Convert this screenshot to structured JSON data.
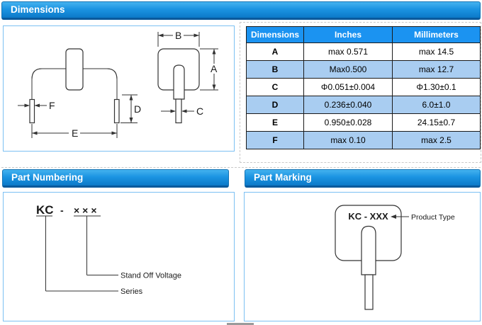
{
  "header": {
    "dimensions": "Dimensions",
    "part_numbering": "Part Numbering",
    "part_marking": "Part Marking"
  },
  "dimensions_table": {
    "columns": [
      "Dimensions",
      "Inches",
      "Millimeters"
    ],
    "rows": [
      {
        "dim": "A",
        "inches": "max 0.571",
        "mm": "max 14.5"
      },
      {
        "dim": "B",
        "inches": "Max0.500",
        "mm": "max 12.7"
      },
      {
        "dim": "C",
        "inches": "Φ0.051±0.004",
        "mm": "Φ1.30±0.1"
      },
      {
        "dim": "D",
        "inches": "0.236±0.040",
        "mm": "6.0±1.0"
      },
      {
        "dim": "E",
        "inches": "0.950±0.028",
        "mm": "24.15±0.7"
      },
      {
        "dim": "F",
        "inches": "max 0.10",
        "mm": "max 2.5"
      }
    ]
  },
  "drawing_labels": {
    "A": "A",
    "B": "B",
    "C": "C",
    "D": "D",
    "E": "E",
    "F": "F"
  },
  "part_numbering": {
    "prefix": "KC",
    "dash": "-",
    "suffix": "×××",
    "stand_off_voltage_label": "Stand Off Voltage",
    "series_label": "Series"
  },
  "part_marking": {
    "code": "KC - XXX",
    "product_type_label": "Product Type"
  },
  "colors": {
    "header_gradient_top": "#45b2ef",
    "header_gradient_bottom": "#0c79c8",
    "table_header_bg": "#1b93f1",
    "table_alt_row_bg": "#a9cdf1",
    "box_border": "#7cc0f3"
  }
}
